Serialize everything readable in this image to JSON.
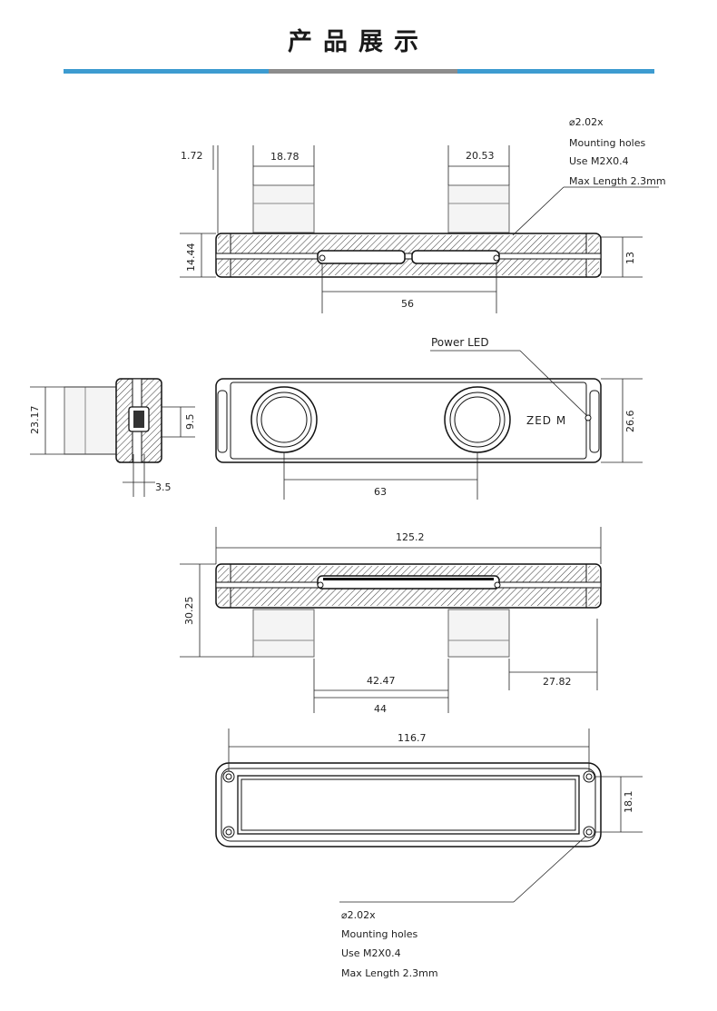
{
  "header": {
    "title": "产品展示",
    "bar_colors": [
      "#3d9bd0",
      "#8c8c8c",
      "#3d9bd0"
    ]
  },
  "views": {
    "top_view": {
      "dims": {
        "offset": "1.72",
        "left_lens": "18.78",
        "right_lens": "20.53",
        "height": "14.44",
        "side": "13",
        "hole_spacing": "56"
      },
      "note": [
        "⌀2.02x",
        "Mounting holes",
        "Use M2X0.4",
        "Max Length 2.3mm"
      ]
    },
    "side_view": {
      "dims": {
        "height": "23.17",
        "inner": "9.5",
        "depth": "3.5"
      }
    },
    "front_view": {
      "label": "Power LED",
      "logo": "ZED M",
      "dims": {
        "baseline": "63",
        "height": "26.6"
      }
    },
    "bottom_view": {
      "dims": {
        "length": "125.2",
        "height": "30.25",
        "a": "42.47",
        "b": "27.82",
        "c": "44"
      }
    },
    "back_view": {
      "dims": {
        "hole_spacing_x": "116.7",
        "hole_spacing_y": "18.1"
      },
      "note": [
        "⌀2.02x",
        "Mounting holes",
        "Use M2X0.4",
        "Max Length 2.3mm"
      ]
    }
  }
}
